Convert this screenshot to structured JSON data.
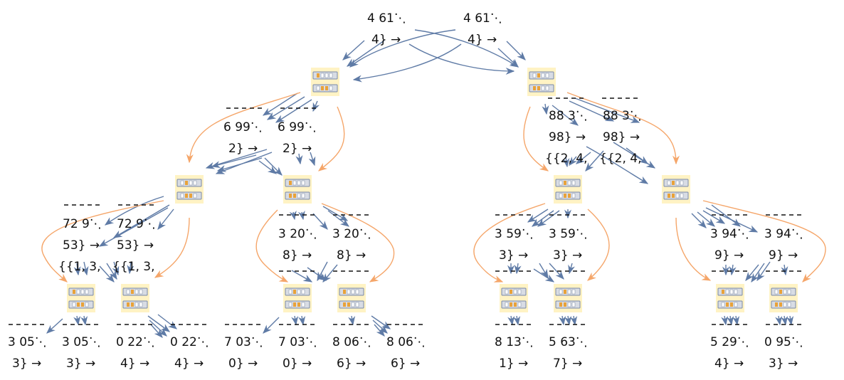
{
  "diagram": {
    "colors": {
      "blue_edge": "#5f7ba6",
      "orange_edge": "#f5a66a",
      "node_fill": "#fff3c4",
      "label_text": "#111111"
    },
    "top_labels": [
      {
        "id": "t1",
        "lines": [
          "4 61⋱",
          "4} →"
        ]
      },
      {
        "id": "t2",
        "lines": [
          "4 61⋱",
          "4} →"
        ]
      }
    ],
    "level1_labels": [
      {
        "id": "a1",
        "lines": [
          "6 99⋱",
          "2} →"
        ]
      },
      {
        "id": "a2",
        "lines": [
          "6 99⋱",
          "2} →"
        ]
      },
      {
        "id": "b1",
        "lines": [
          "88 3⋱",
          "98} →",
          "{{2, 4,"
        ]
      },
      {
        "id": "b2",
        "lines": [
          "88 3⋱",
          "98} →",
          "{{2, 4,"
        ]
      }
    ],
    "level2_labels": [
      {
        "id": "c1",
        "lines": [
          "72 9⋱",
          "53} →",
          "{{1, 3,"
        ]
      },
      {
        "id": "c2",
        "lines": [
          "72 9⋱",
          "53} →",
          "{{1, 3,"
        ]
      },
      {
        "id": "d1",
        "lines": [
          "3 20⋱",
          "8} →"
        ]
      },
      {
        "id": "d2",
        "lines": [
          "3 20⋱",
          "8} →"
        ]
      },
      {
        "id": "e1",
        "lines": [
          "3 59⋱",
          "3} →"
        ]
      },
      {
        "id": "e2",
        "lines": [
          "3 59⋱",
          "3} →"
        ]
      },
      {
        "id": "f1",
        "lines": [
          "3 94⋱",
          "9} →"
        ]
      },
      {
        "id": "f2",
        "lines": [
          "3 94⋱",
          "9} →"
        ]
      }
    ],
    "bottom_labels": [
      {
        "id": "g1",
        "lines": [
          "3 05⋱",
          "3} →"
        ]
      },
      {
        "id": "g2",
        "lines": [
          "3 05⋱",
          "3} →"
        ]
      },
      {
        "id": "g3",
        "lines": [
          "0 22⋱",
          "4} →"
        ]
      },
      {
        "id": "g4",
        "lines": [
          "0 22⋱",
          "4} →"
        ]
      },
      {
        "id": "g5",
        "lines": [
          "7 03⋱",
          "0} →"
        ]
      },
      {
        "id": "g6",
        "lines": [
          "7 03⋱",
          "0} →"
        ]
      },
      {
        "id": "g7",
        "lines": [
          "8 06⋱",
          "6} →"
        ]
      },
      {
        "id": "g8",
        "lines": [
          "8 06⋱",
          "6} →"
        ]
      },
      {
        "id": "g9",
        "lines": [
          "8 13⋱",
          "1} →"
        ]
      },
      {
        "id": "g10",
        "lines": [
          "5 63⋱",
          "7} →"
        ]
      },
      {
        "id": "g11",
        "lines": [
          "5 29⋱",
          "4} →"
        ]
      },
      {
        "id": "g12",
        "lines": [
          "0 95⋱",
          "3} →"
        ]
      }
    ],
    "node_icons": [
      "state-node-icon"
    ]
  }
}
